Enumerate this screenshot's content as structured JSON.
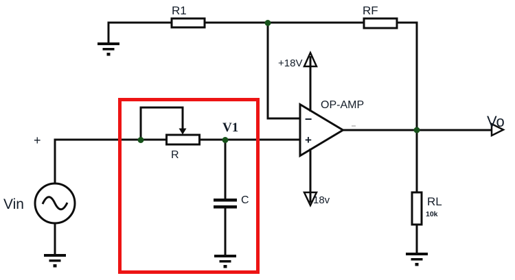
{
  "diagram_type": "op-amp low-pass filter schematic",
  "colors": {
    "wire": "#0d0d0d",
    "junction_dot": "#16521a",
    "highlight_box": "#ed1414",
    "text": "#131c28",
    "component_fill": "#ffffff"
  },
  "labels": {
    "r1": "R1",
    "rf": "RF",
    "opamp": "OP-AMP",
    "opamp_minus": "−",
    "opamp_plus": "+",
    "supply_pos": "+18V",
    "supply_neg": "18v",
    "node_v1": "V1",
    "pot": "R",
    "cap": "C",
    "source": "Vin",
    "source_polarity": "+",
    "output": "Vo",
    "rl": "RL",
    "rl_value": "10k"
  }
}
